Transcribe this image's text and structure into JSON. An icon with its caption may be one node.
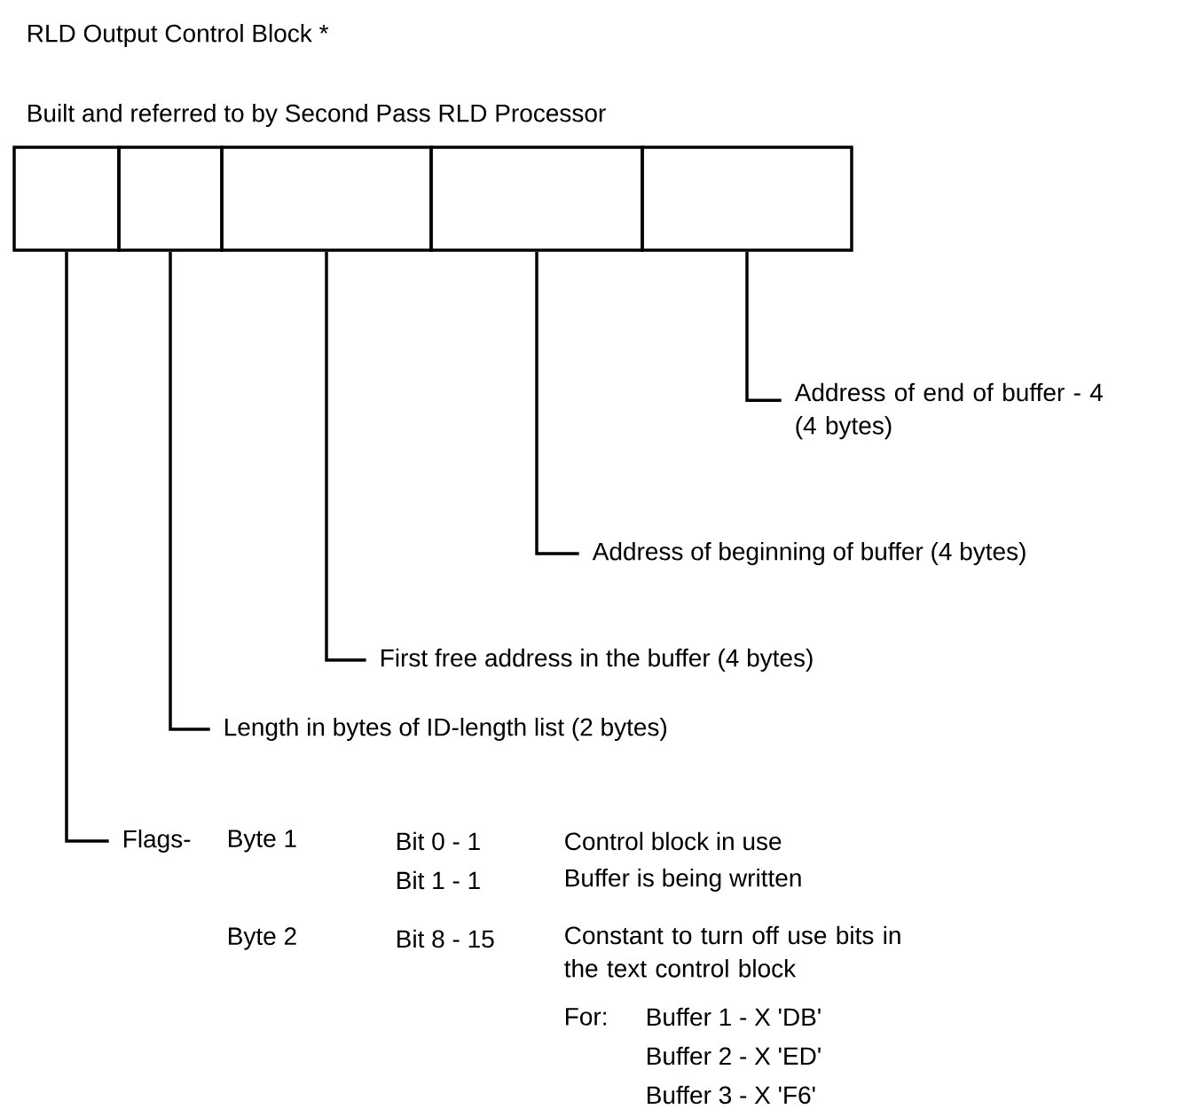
{
  "diagram": {
    "title": "RLD Output Control Block *",
    "nodes": [
      {
        "text": [],
        "shape": "box"
      },
      {
        "text": [],
        "shape": "box"
      },
      {
        "text": [],
        "shape": "box"
      },
      {
        "text": [],
        "shape": "box"
      },
      {
        "text": [],
        "shape": "box"
      },
      {
        "text": [
          "Address of end of buffer - 4 (4 bytes)"
        ]
      },
      {
        "text": [
          "Address of beginning of buffer (4 bytes)"
        ]
      },
      {
        "text": [
          "First free address in the buffer (4 bytes)"
        ]
      },
      {
        "text": [
          "Length in bytes of ID-length list (2 bytes)"
        ]
      },
      {
        "text": [
          "Flags-"
        ]
      }
    ],
    "edges": [
      {
        "from": 5,
        "to": 4,
        "arrow": "none"
      },
      {
        "from": 6,
        "to": 3,
        "arrow": "none"
      },
      {
        "from": 7,
        "to": 2,
        "arrow": "none"
      },
      {
        "from": 8,
        "to": 1,
        "arrow": "none"
      },
      {
        "from": 9,
        "to": 0,
        "arrow": "none"
      }
    ],
    "labels": [
      "Built and referred to by Second Pass RLD Processor",
      "Byte 1",
      "Bit 0 - 1",
      "Control block in use",
      "Bit 1 - 1",
      "Buffer is being written",
      "Byte 2",
      "Bit 8 - 15",
      "Constant to turn off use bits in the text control block",
      "For:",
      "Buffer 1 - X 'DB'",
      "Buffer 2 - X 'ED'",
      "Buffer 3 - X 'F6'"
    ]
  }
}
